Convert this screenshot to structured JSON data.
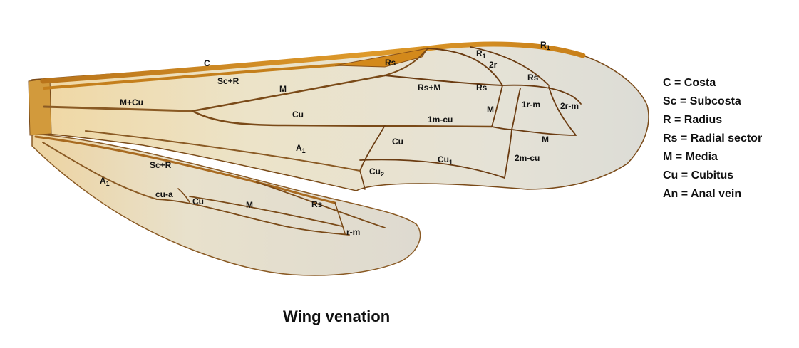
{
  "caption": "Wing venation",
  "colors": {
    "vein_dark": "#6b3c12",
    "vein_amber": "#d9921e",
    "membrane": "#e6e0cc",
    "stigma": "#c97d12"
  },
  "legend": [
    {
      "text": "C = Costa"
    },
    {
      "text": "Sc = Subcosta"
    },
    {
      "text": "R = Radius"
    },
    {
      "text": "Rs = Radial sector"
    },
    {
      "text": "M = Media"
    },
    {
      "text": "Cu = Cubitus"
    },
    {
      "text": "An = Anal vein"
    }
  ],
  "labels": {
    "forewing": {
      "c": "C",
      "sc_r": "Sc+R",
      "m_cu": "M+Cu",
      "m": "M",
      "cu": "Cu",
      "rs": "Rs",
      "rs_m": "Rs+M",
      "r1_inner": {
        "main": "R",
        "sub": "1"
      },
      "r1_outer": {
        "main": "R",
        "sub": "1"
      },
      "r2": "2r",
      "rs_cell": "Rs",
      "rs_mid": "Rs",
      "m_mid": "M",
      "r1m": "1r-m",
      "r2m": "2r-m",
      "m1cu": "1m-cu",
      "m_lower": "M",
      "a1": {
        "main": "A",
        "sub": "1"
      },
      "cu_lower": "Cu",
      "cu1": {
        "main": "Cu",
        "sub": "1"
      },
      "cu2": {
        "main": "Cu",
        "sub": "2"
      },
      "m2cu": "2m-cu"
    },
    "hindwing": {
      "sc_r": "Sc+R",
      "a1": {
        "main": "A",
        "sub": "1"
      },
      "cu_a": "cu-a",
      "cu": "Cu",
      "m": "M",
      "rs": "Rs",
      "rm": "r-m"
    }
  }
}
